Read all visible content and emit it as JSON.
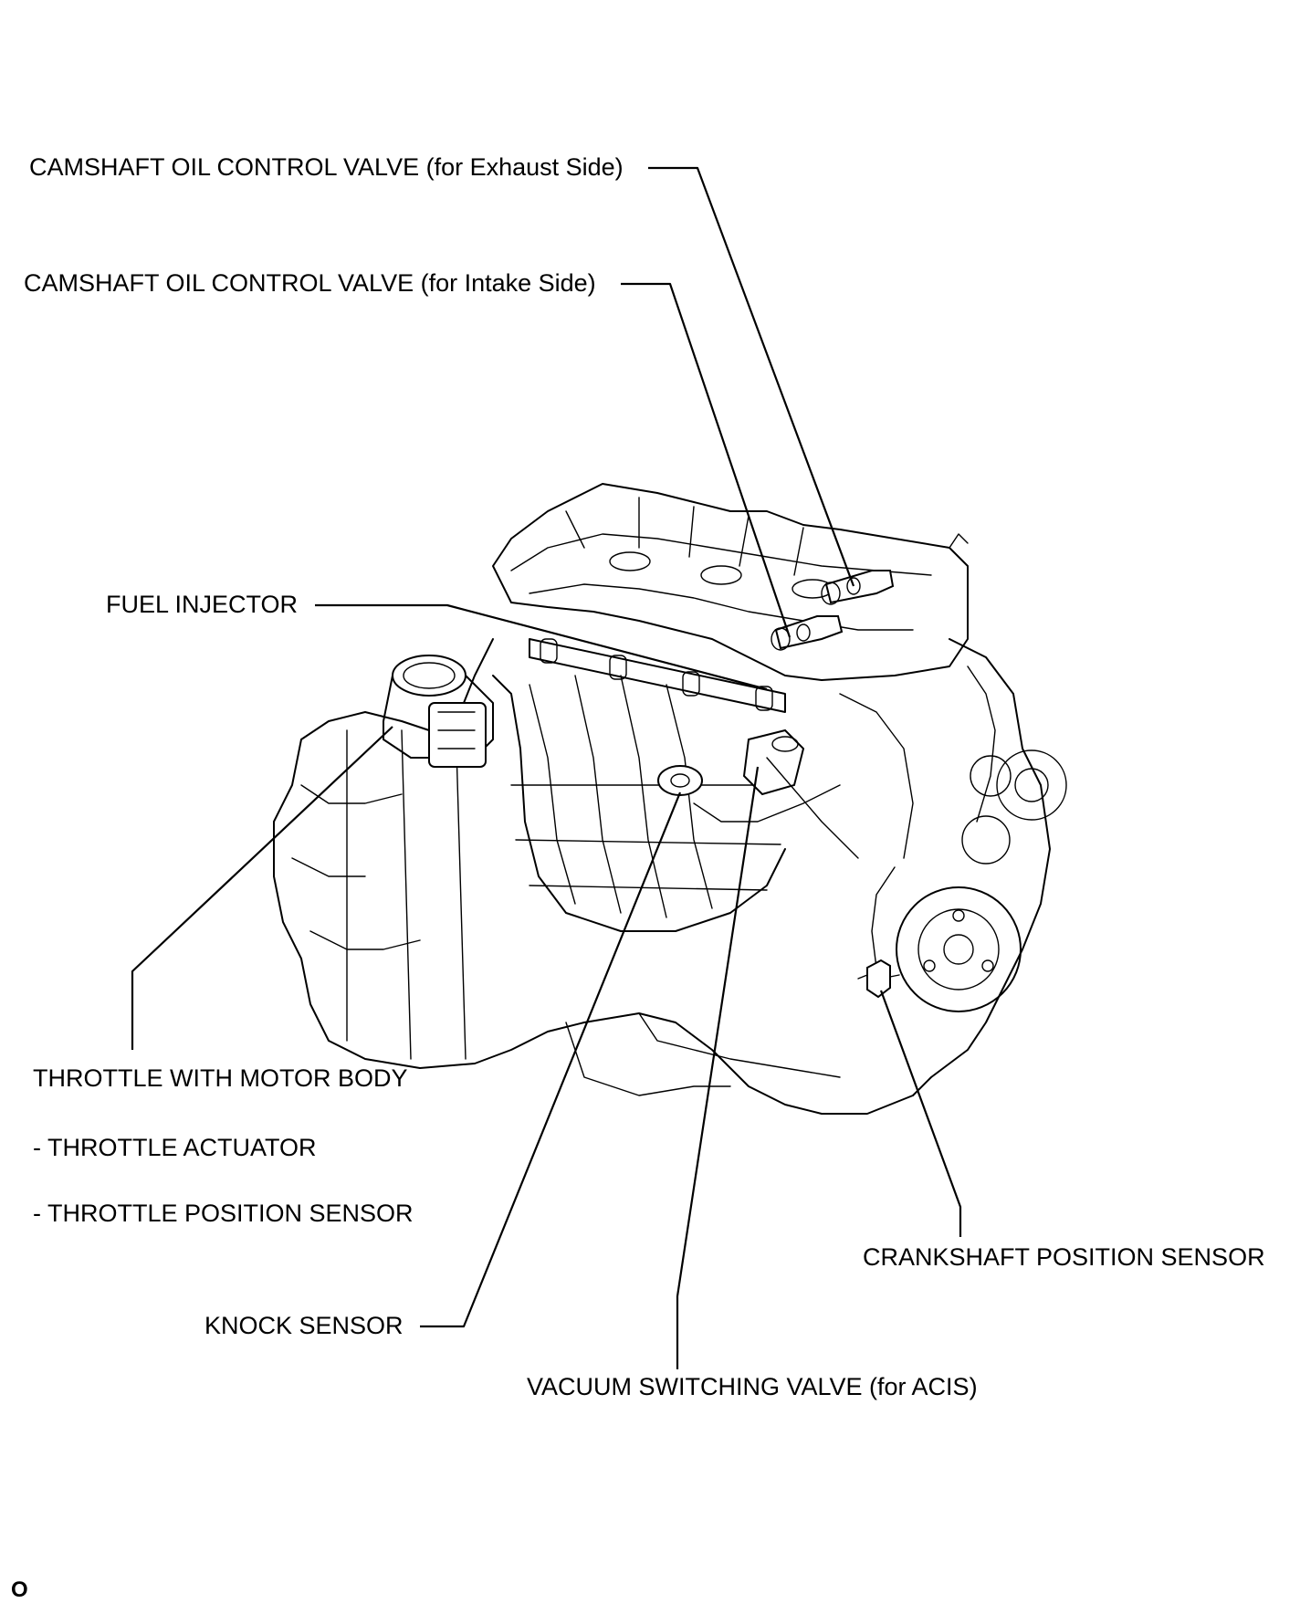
{
  "labels": {
    "cam_exhaust": "CAMSHAFT OIL CONTROL VALVE (for Exhaust Side)",
    "cam_intake": "CAMSHAFT OIL CONTROL VALVE (for Intake Side)",
    "fuel_injector": "FUEL INJECTOR",
    "throttle_body": "THROTTLE WITH MOTOR BODY",
    "throttle_actuator": "- THROTTLE ACTUATOR",
    "throttle_position": "- THROTTLE POSITION SENSOR",
    "crankshaft": "CRANKSHAFT POSITION SENSOR",
    "knock": "KNOCK SENSOR",
    "vacuum_valve": "VACUUM SWITCHING VALVE (for ACIS)"
  },
  "figure_id": "O"
}
